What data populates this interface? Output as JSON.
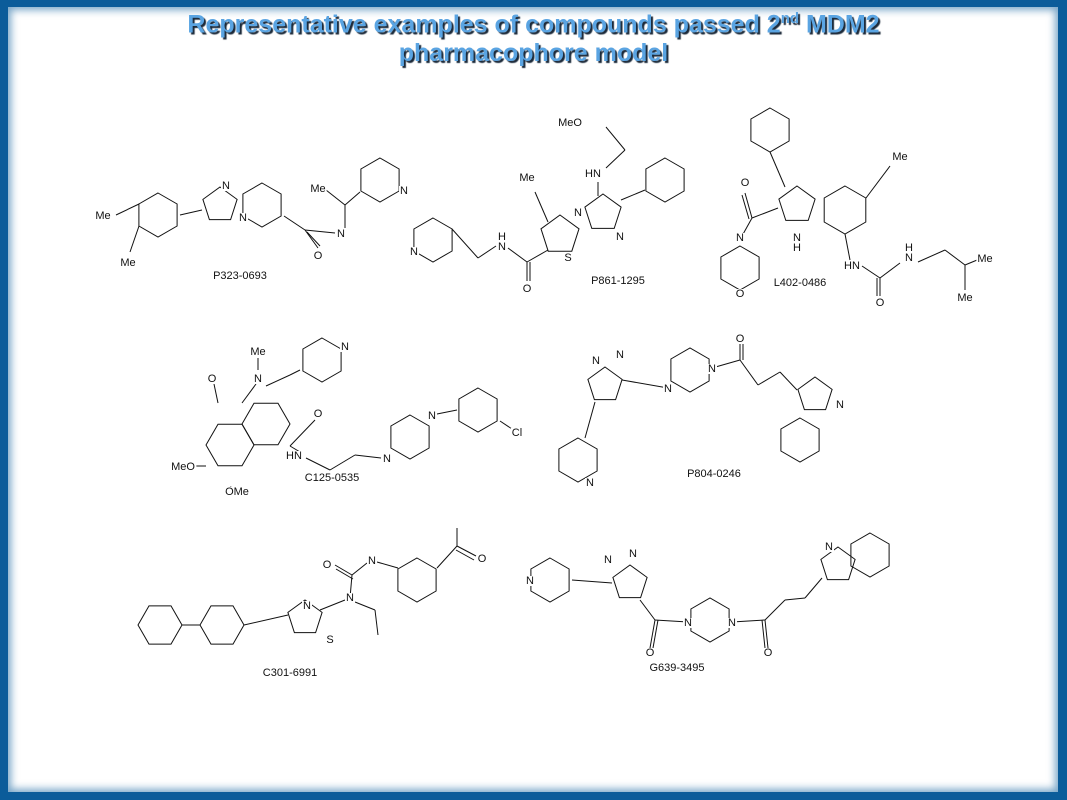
{
  "slide": {
    "title_line1_a": "Representative examples of compounds passed 2",
    "title_sup": "nd",
    "title_line1_b": " MDM2",
    "title_line2": "pharmacophore model"
  },
  "compounds": [
    {
      "id": "P323-0693",
      "atoms": [
        "Me",
        "Me",
        "N",
        "N",
        "O",
        "N",
        "Me",
        "N"
      ]
    },
    {
      "id": "P861-1295",
      "atoms": [
        "N",
        "N",
        "H",
        "O",
        "N",
        "S",
        "N",
        "Me",
        "HN",
        "MeO"
      ]
    },
    {
      "id": "L402-0486",
      "atoms": [
        "Me",
        "O",
        "N",
        "O",
        "N",
        "H",
        "HN",
        "O",
        "N",
        "H",
        "Me",
        "Me"
      ]
    },
    {
      "id": "C125-0535",
      "atoms": [
        "O",
        "N",
        "Me",
        "N",
        "O",
        "HN",
        "N",
        "N",
        "Cl",
        "MeO",
        "OMe"
      ]
    },
    {
      "id": "P804-0246",
      "atoms": [
        "N",
        "N",
        "N",
        "N",
        "O",
        "N",
        "N"
      ]
    },
    {
      "id": "C301-6991",
      "atoms": [
        "N",
        "S",
        "N",
        "O",
        "N",
        "O"
      ]
    },
    {
      "id": "G639-3495",
      "atoms": [
        "N",
        "N",
        "N",
        "N",
        "N",
        "O",
        "O",
        "N"
      ]
    }
  ]
}
